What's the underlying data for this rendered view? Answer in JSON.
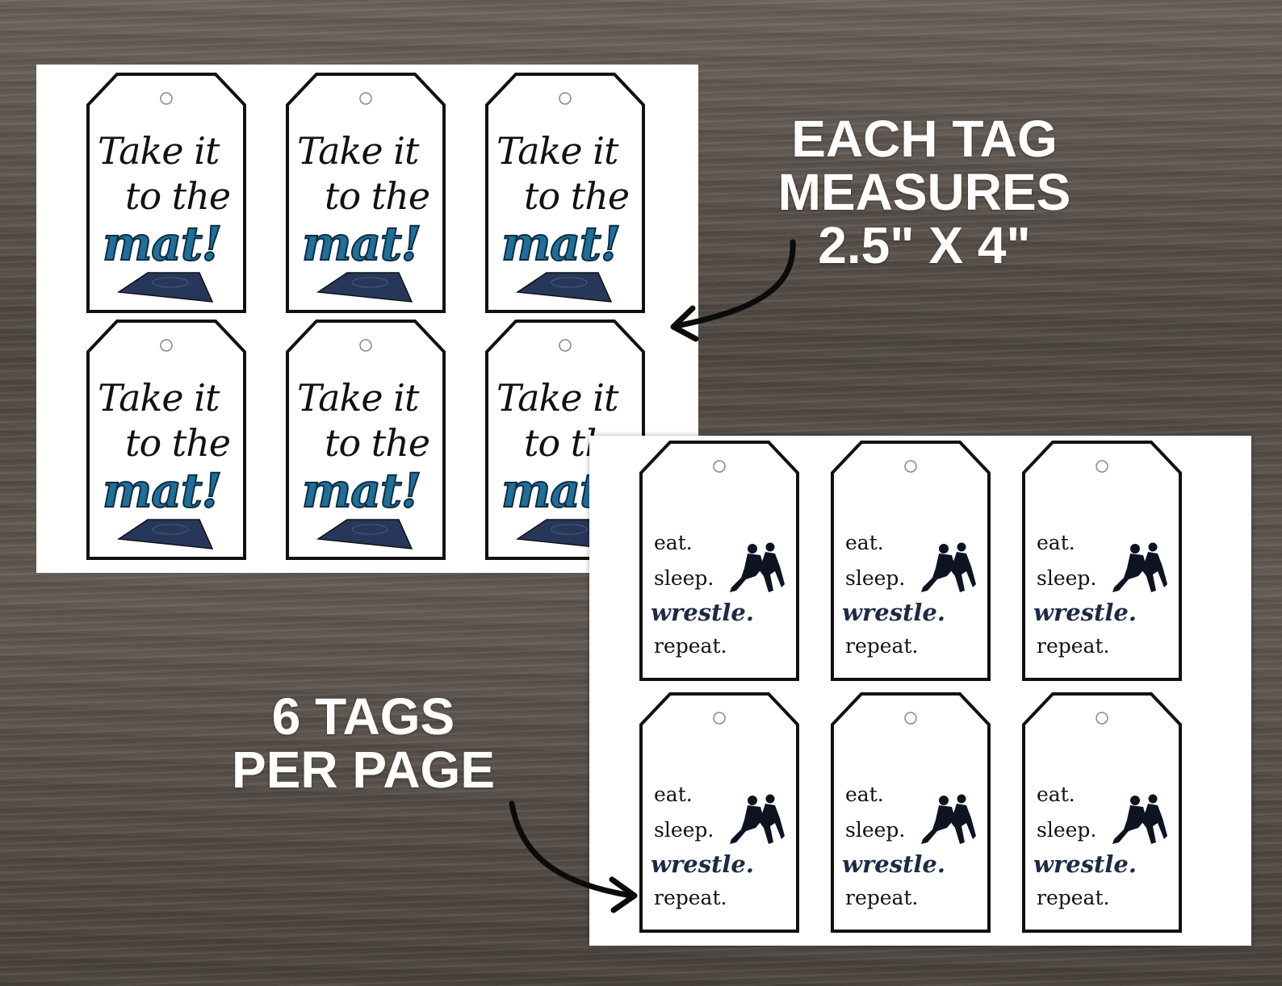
{
  "captions": {
    "measures": [
      "EACH TAG",
      "MEASURES",
      "2.5\" X 4\""
    ],
    "per_page": [
      "6 TAGS",
      "PER PAGE"
    ]
  },
  "sheet1_tag": {
    "line1": "Take it",
    "line2": "to the",
    "line3": "mat!"
  },
  "sheet2_tag": {
    "line1": "eat.",
    "line2": "sleep.",
    "line3": "wrestle.",
    "line4": "repeat."
  },
  "colors": {
    "mat_blue": "#1e6f9a",
    "navy": "#1c2a45",
    "tag_outline": "#111111",
    "caption": "#ffffff"
  }
}
